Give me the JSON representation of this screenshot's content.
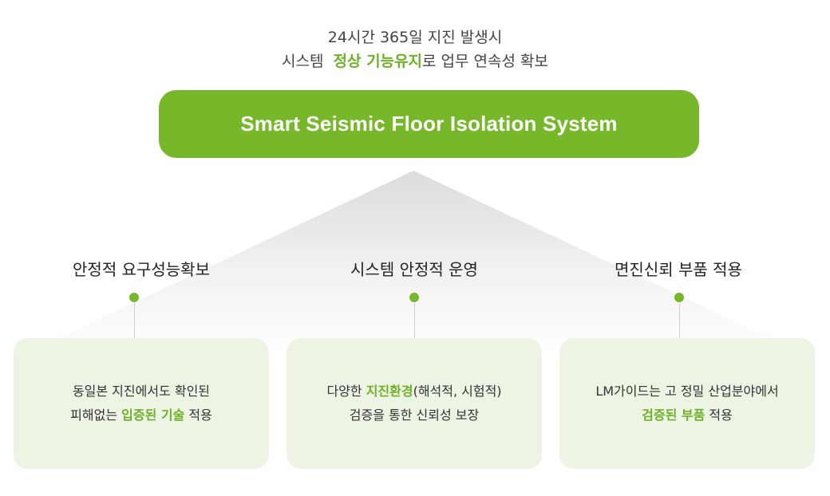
{
  "header": {
    "line1": "24시간 365일 지진 발생시",
    "line2_prefix": "시스템  ",
    "line2_highlight": "정상 기능유지",
    "line2_suffix": "로 업무 연속성 확보"
  },
  "banner": {
    "title": "Smart Seismic Floor Isolation System"
  },
  "columns": [
    {
      "title": "안정적 요구성능확보",
      "line1": "동일본 지진에서도 확인된",
      "line2_prefix": "피해없는 ",
      "line2_highlight": "입증된 기술",
      "line2_suffix": " 적용"
    },
    {
      "title": "시스템 안정적 운영",
      "line1_prefix": "다양한 ",
      "line1_highlight": "지진환경",
      "line1_suffix": "(해석적, 시험적)",
      "line2": "검증을 통한 신뢰성 보장"
    },
    {
      "title": "면진신뢰 부품 적용",
      "line1": "LM가이드는 고 정밀 산업분야에서",
      "line2_highlight": "검증된 부품",
      "line2_suffix": " 적용"
    }
  ],
  "colors": {
    "accent": "#76b82a",
    "card_bg": "#eef4e3"
  }
}
